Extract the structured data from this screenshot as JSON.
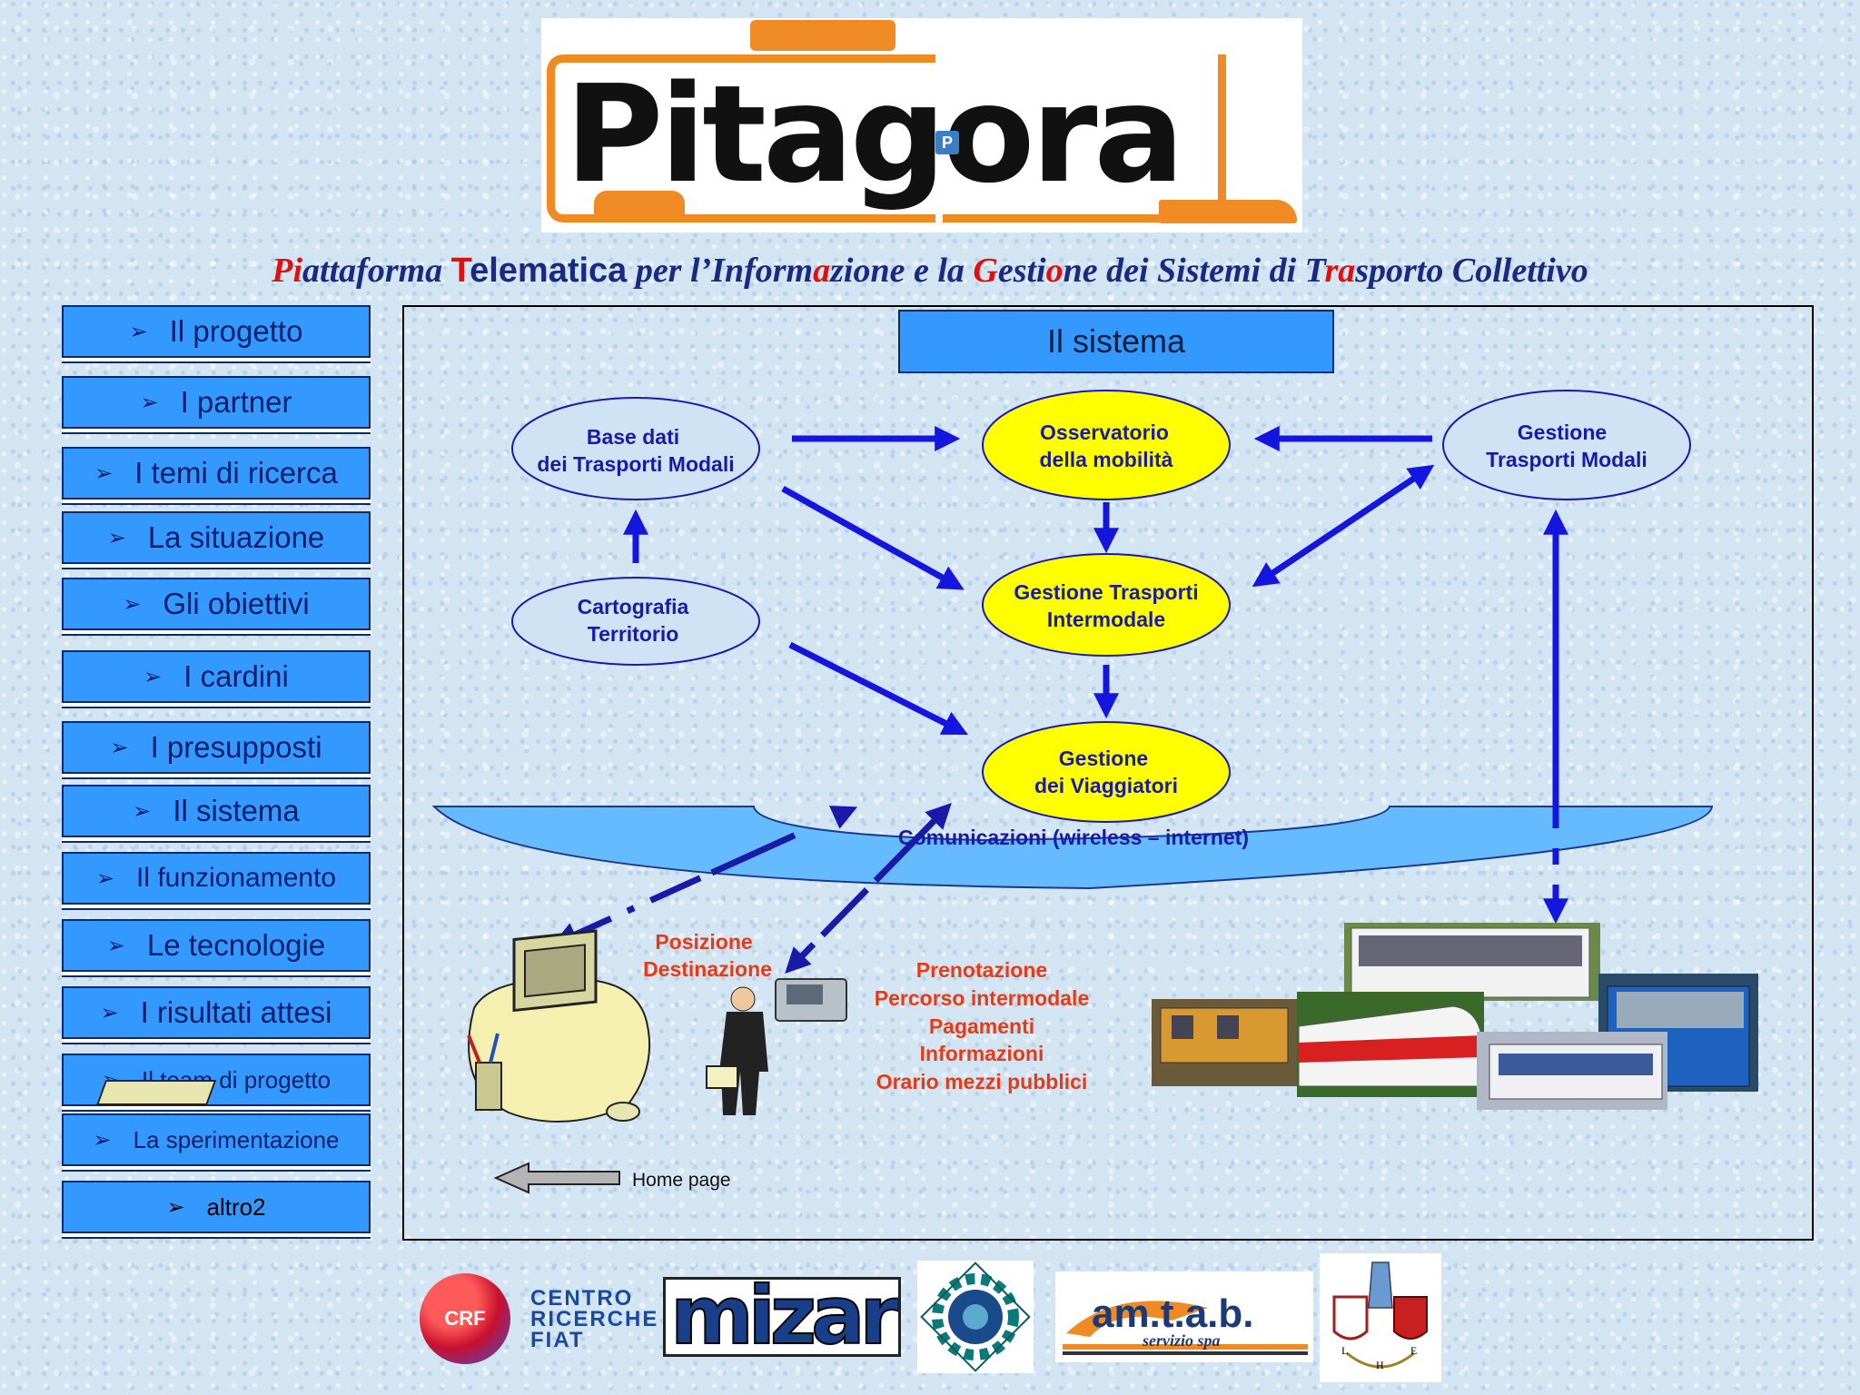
{
  "logo": {
    "text": "Pitagora",
    "parking_mark": "P"
  },
  "subtitle": {
    "parts": [
      {
        "t": "Pi",
        "red": true
      },
      {
        "t": "attaforma ",
        "red": false
      },
      {
        "t": "T",
        "red": true,
        "tele": true
      },
      {
        "t": "elematica",
        "red": false,
        "tele": true
      },
      {
        "t": " per l’Inform",
        "red": false
      },
      {
        "t": "a",
        "red": true
      },
      {
        "t": "zione e la ",
        "red": false
      },
      {
        "t": "G",
        "red": true
      },
      {
        "t": "esti",
        "red": false
      },
      {
        "t": "o",
        "red": true
      },
      {
        "t": "ne dei Sistemi di T",
        "red": false
      },
      {
        "t": "ra",
        "red": true
      },
      {
        "t": "sporto Collettivo",
        "red": false
      }
    ]
  },
  "nav": {
    "arrow": "➢",
    "items": [
      {
        "label": "Il progetto"
      },
      {
        "label": "I partner"
      },
      {
        "label": "I temi di ricerca"
      },
      {
        "label": "La situazione"
      },
      {
        "label": "Gli obiettivi"
      },
      {
        "label": "I cardini"
      },
      {
        "label": "I presupposti"
      },
      {
        "label": "Il sistema"
      },
      {
        "label": "Il funzionamento"
      },
      {
        "label": "Le tecnologie"
      },
      {
        "label": "I risultati attesi"
      },
      {
        "label": "Il team di progetto"
      },
      {
        "label": "La sperimentazione"
      },
      {
        "label": "altro2"
      }
    ]
  },
  "panel": {
    "title": "Il sistema",
    "nodes": {
      "base_dati": [
        "Base dati",
        "dei Trasporti Modali"
      ],
      "cartografia": [
        "Cartografia",
        "Territorio"
      ],
      "osservatorio": [
        "Osservatorio",
        "della mobilità"
      ],
      "gestione_intermodale": [
        "Gestione Trasporti",
        "Intermodale"
      ],
      "gestione_viaggiatori": [
        "Gestione",
        "dei Viaggiatori"
      ],
      "gestione_modali": [
        "Gestione",
        "Trasporti Modali"
      ]
    },
    "communications": "Comunicazioni (wireless – internet)",
    "posizione": [
      "Posizione",
      "Destinazione"
    ],
    "services": [
      "Prenotazione",
      "Percorso intermodale",
      "Pagamenti",
      "Informazioni",
      "Orario mezzi pubblici"
    ],
    "home": "Home page"
  },
  "footer": {
    "crf_mark": "CRF",
    "crf_lines": [
      "CENTRO",
      "RICERCHE",
      "FIAT"
    ],
    "mizar": "mizar",
    "amtab": "am.t.a.b.",
    "amtab_sub": "servizio spa",
    "crest_letters": [
      "L",
      "H",
      "E"
    ]
  },
  "colors": {
    "button_blue": "#3399ff",
    "node_yellow": "#ffff00",
    "arrow_blue": "#1515e0",
    "accent_red": "#e83a14",
    "logo_orange": "#f08a24"
  }
}
